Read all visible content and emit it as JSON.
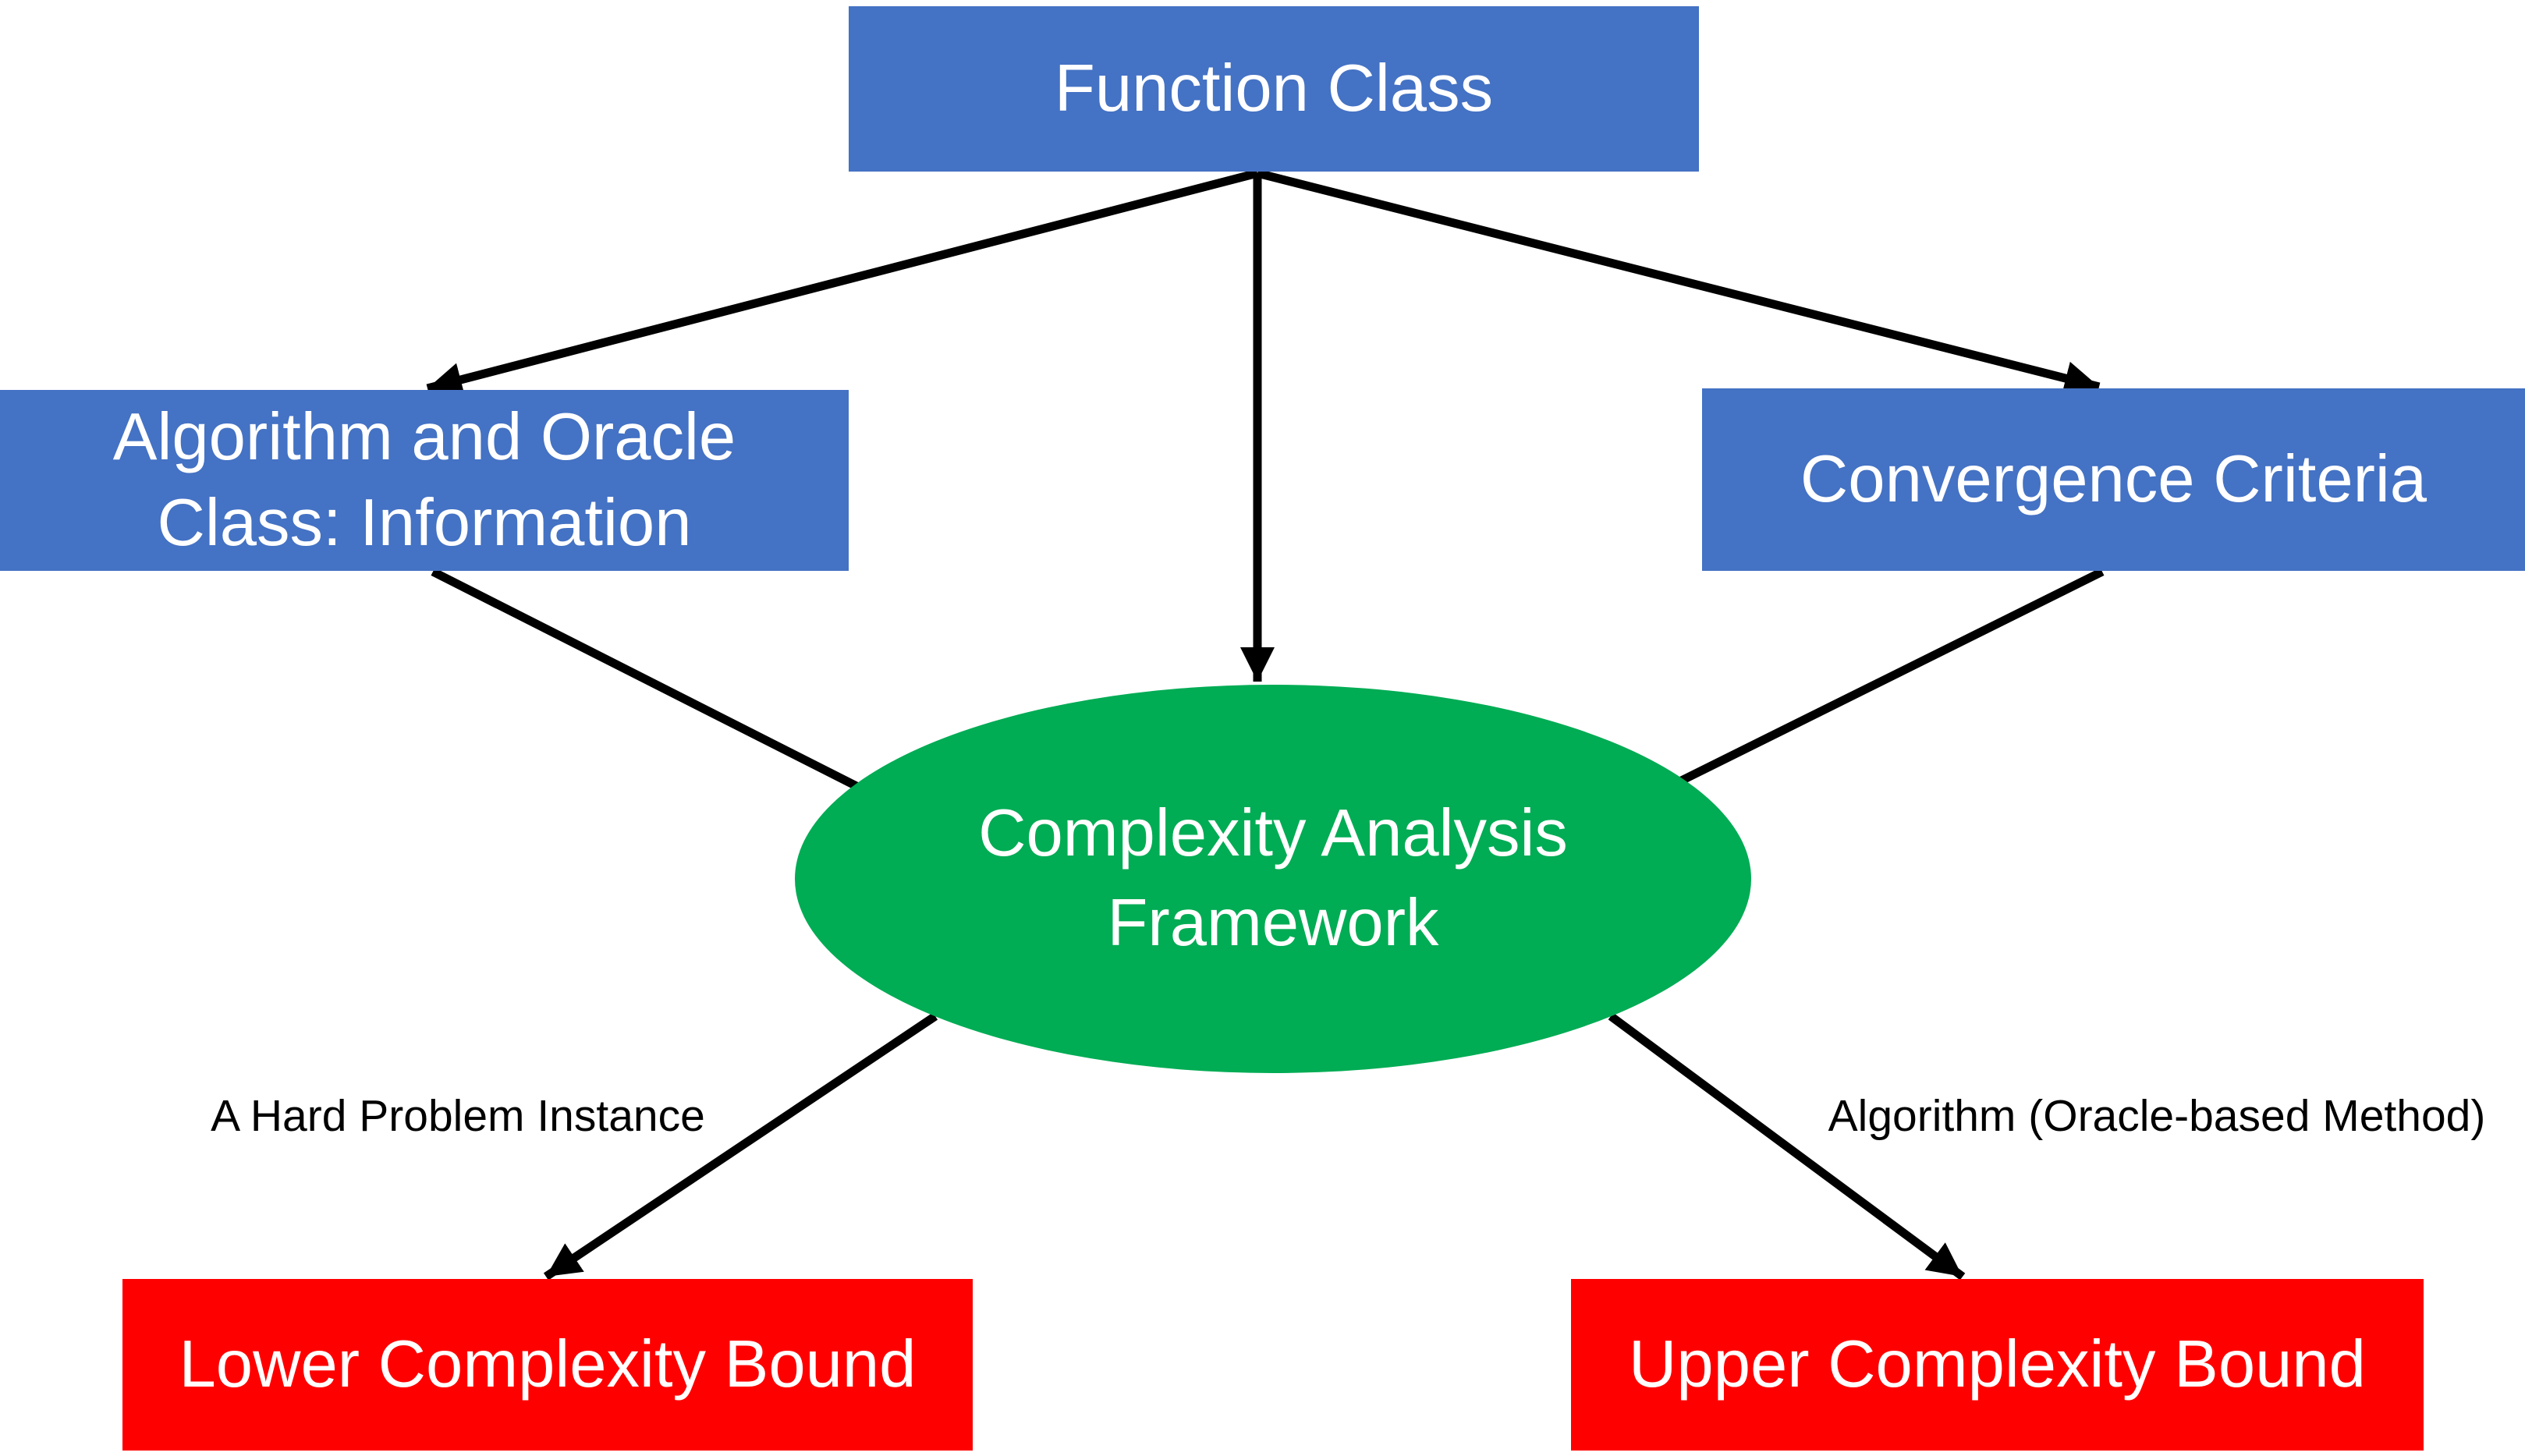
{
  "nodes": {
    "function_class": {
      "label": "Function Class",
      "fill": "#4472C4",
      "text_color": "#FFFFFF"
    },
    "algorithm_oracle_class": {
      "line1": "Algorithm and Oracle",
      "line2": "Class: Information",
      "fill": "#4472C4",
      "text_color": "#FFFFFF"
    },
    "convergence_criteria": {
      "label": "Convergence Criteria",
      "fill": "#4472C4",
      "text_color": "#FFFFFF"
    },
    "complexity_framework": {
      "line1": "Complexity Analysis",
      "line2": "Framework",
      "fill": "#00AC54",
      "text_color": "#FFFFFF"
    },
    "lower_bound": {
      "label": "Lower Complexity Bound",
      "fill": "#FF0000",
      "text_color": "#FFFFFF"
    },
    "upper_bound": {
      "label": "Upper Complexity Bound",
      "fill": "#FF0000",
      "text_color": "#FFFFFF"
    }
  },
  "edge_labels": {
    "lower": "A Hard Problem Instance",
    "upper": "Algorithm (Oracle-based Method)"
  },
  "arrows": {
    "color": "#000000"
  }
}
